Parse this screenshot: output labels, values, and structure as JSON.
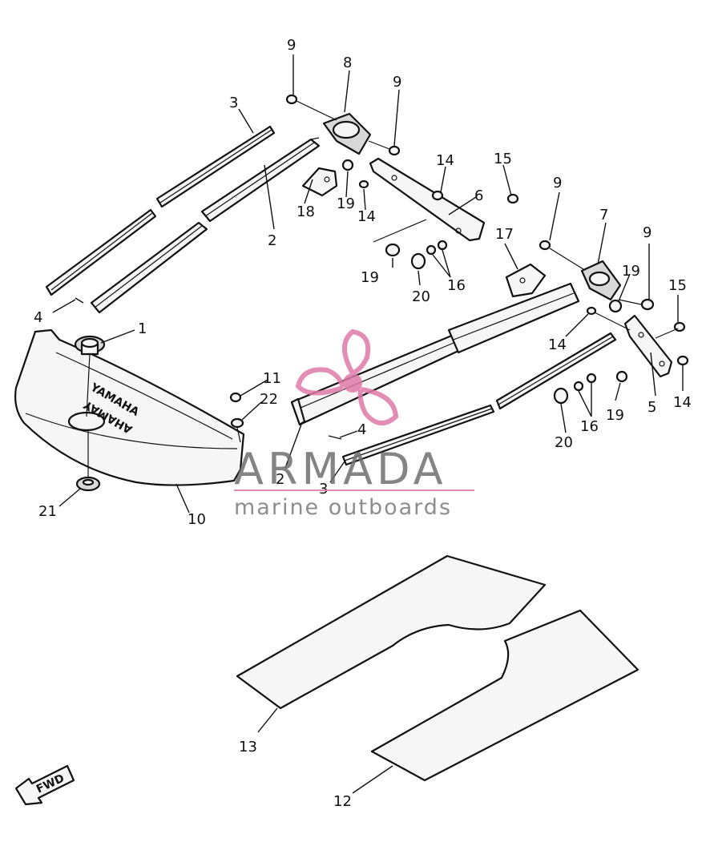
{
  "diagram": {
    "callouts": [
      "1",
      "2",
      "3",
      "4",
      "5",
      "6",
      "7",
      "8",
      "9",
      "10",
      "11",
      "12",
      "13",
      "14",
      "15",
      "16",
      "17",
      "18",
      "19",
      "20",
      "21",
      "22"
    ],
    "repeat_labels": {
      "n9": "9",
      "n14": "14",
      "n15": "15",
      "n16": "16",
      "n19": "19",
      "n20": "20",
      "n2": "2",
      "n3": "3",
      "n4": "4"
    },
    "fwd_label": "FWD",
    "mat_text": "YAMAHA"
  },
  "watermark": {
    "brand": "ARMADA",
    "tagline": "marine outboards",
    "logo_color": "#e07aa8",
    "rule_color": "#e07aa8"
  }
}
